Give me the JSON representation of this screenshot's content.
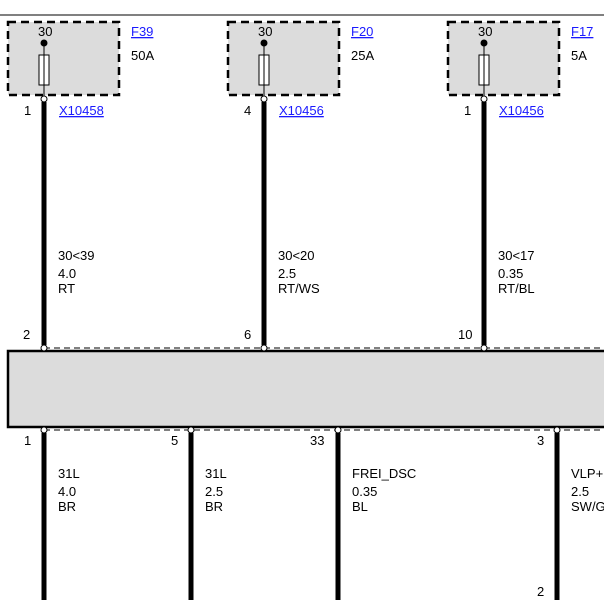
{
  "colors": {
    "link": "#1a1aff",
    "fill": "#dcdcdc",
    "line": "#000000"
  },
  "fuses": [
    {
      "terminal": "30",
      "name": "F39",
      "rating": "50A",
      "pin": "1",
      "connector": "X10458",
      "wire": {
        "circuit": "30<39",
        "size": "4.0",
        "color": "RT"
      },
      "module_pin": "2"
    },
    {
      "terminal": "30",
      "name": "F20",
      "rating": "25A",
      "pin": "4",
      "connector": "X10456",
      "wire": {
        "circuit": "30<20",
        "size": "2.5",
        "color": "RT/WS"
      },
      "module_pin": "6"
    },
    {
      "terminal": "30",
      "name": "F17",
      "rating": "5A",
      "pin": "1",
      "connector": "X10456",
      "wire": {
        "circuit": "30<17",
        "size": "0.35",
        "color": "RT/BL"
      },
      "module_pin": "10"
    }
  ],
  "outputs": [
    {
      "pin": "1",
      "circuit": "31L",
      "size": "4.0",
      "color": "BR"
    },
    {
      "pin": "5",
      "circuit": "31L",
      "size": "2.5",
      "color": "BR"
    },
    {
      "pin": "33",
      "circuit": "FREI_DSC",
      "size": "0.35",
      "color": "BL"
    },
    {
      "pin": "3",
      "circuit": "VLP+",
      "size": "2.5",
      "color": "SW/G",
      "end_pin": "2"
    }
  ]
}
